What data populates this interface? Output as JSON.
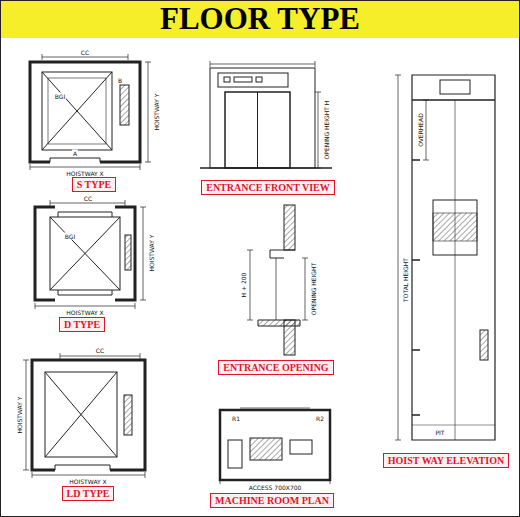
{
  "diagram": {
    "title": "FLOOR TYPE",
    "nodes": [
      {
        "text": [
          "S TYPE"
        ]
      },
      {
        "text": [
          "D TYPE"
        ]
      },
      {
        "text": [
          "LD TYPE"
        ]
      },
      {
        "text": [
          "ENTRANCE FRONT VIEW"
        ]
      },
      {
        "text": [
          "ENTRANCE OPENING"
        ]
      },
      {
        "text": [
          "MACHINE ROOM PLAN"
        ]
      },
      {
        "text": [
          "HOIST WAY ELEVATION"
        ]
      }
    ],
    "labels": [
      "CC",
      "BGI",
      "A",
      "B",
      "HOISTWAY X",
      "HOISTWAY Y",
      "CC",
      "BGI",
      "HOISTWAY X",
      "HOISTWAY Y",
      "CC",
      "HOISTWAY X",
      "HOISTWAY Y",
      "OPENING HEIGHT H",
      "H + 200",
      "OPENING HEIGHT",
      "ACCESS 700X700",
      "R1",
      "R2",
      "OVERHEAD",
      "TOTAL HEIGHT",
      "PIT"
    ]
  }
}
